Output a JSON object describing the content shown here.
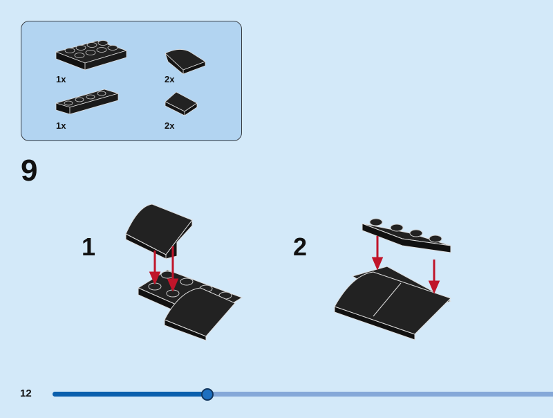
{
  "parts_list": [
    {
      "part": "plate-2x4",
      "qty": "1x"
    },
    {
      "part": "curved-slope-2x2",
      "qty": "2x"
    },
    {
      "part": "plate-1x4",
      "qty": "1x"
    },
    {
      "part": "slope-1x2",
      "qty": "2x"
    }
  ],
  "step_number": "9",
  "substeps": [
    "1",
    "2"
  ],
  "footer": {
    "page_number": "12",
    "progress_fraction": 0.31
  },
  "colors": {
    "background": "#d3e9f9",
    "parts_box": "#b2d4f1",
    "arrow": "#c0152a",
    "progress_fill": "#0a5fad",
    "progress_track": "#85a8d8"
  }
}
